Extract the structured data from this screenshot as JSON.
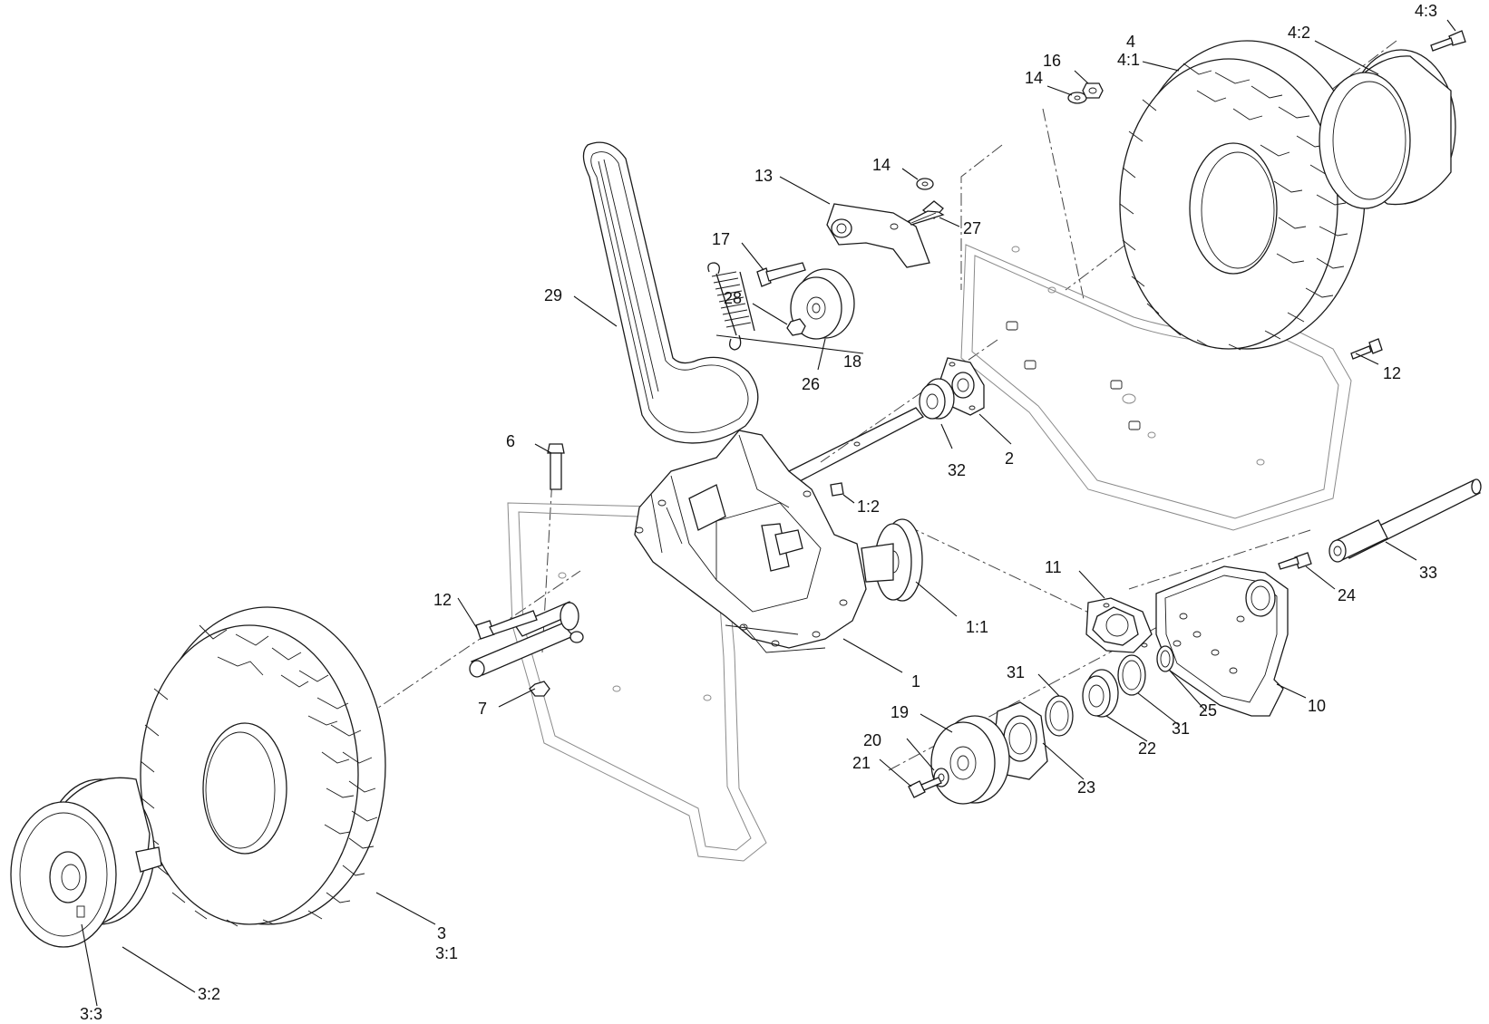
{
  "callouts": [
    {
      "id": "c-4-3",
      "text": "4:3"
    },
    {
      "id": "c-4",
      "text": "4"
    },
    {
      "id": "c-4-1",
      "text": "4:1"
    },
    {
      "id": "c-4-2",
      "text": "4:2"
    },
    {
      "id": "c-16",
      "text": "16"
    },
    {
      "id": "c-14a",
      "text": "14"
    },
    {
      "id": "c-14b",
      "text": "14"
    },
    {
      "id": "c-13",
      "text": "13"
    },
    {
      "id": "c-27",
      "text": "27"
    },
    {
      "id": "c-17",
      "text": "17"
    },
    {
      "id": "c-29",
      "text": "29"
    },
    {
      "id": "c-28",
      "text": "28"
    },
    {
      "id": "c-26",
      "text": "26"
    },
    {
      "id": "c-18",
      "text": "18"
    },
    {
      "id": "c-12a",
      "text": "12"
    },
    {
      "id": "c-32",
      "text": "32"
    },
    {
      "id": "c-2",
      "text": "2"
    },
    {
      "id": "c-6",
      "text": "6"
    },
    {
      "id": "c-1-2",
      "text": "1:2"
    },
    {
      "id": "c-33",
      "text": "33"
    },
    {
      "id": "c-11",
      "text": "11"
    },
    {
      "id": "c-24",
      "text": "24"
    },
    {
      "id": "c-12b",
      "text": "12"
    },
    {
      "id": "c-1-1",
      "text": "1:1"
    },
    {
      "id": "c-1",
      "text": "1"
    },
    {
      "id": "c-7",
      "text": "7"
    },
    {
      "id": "c-31a",
      "text": "31"
    },
    {
      "id": "c-10",
      "text": "10"
    },
    {
      "id": "c-19",
      "text": "19"
    },
    {
      "id": "c-25",
      "text": "25"
    },
    {
      "id": "c-31b",
      "text": "31"
    },
    {
      "id": "c-22",
      "text": "22"
    },
    {
      "id": "c-20",
      "text": "20"
    },
    {
      "id": "c-21",
      "text": "21"
    },
    {
      "id": "c-23",
      "text": "23"
    },
    {
      "id": "c-3",
      "text": "3"
    },
    {
      "id": "c-3-1",
      "text": "3:1"
    },
    {
      "id": "c-3-2",
      "text": "3:2"
    },
    {
      "id": "c-3-3",
      "text": "3:3"
    }
  ]
}
